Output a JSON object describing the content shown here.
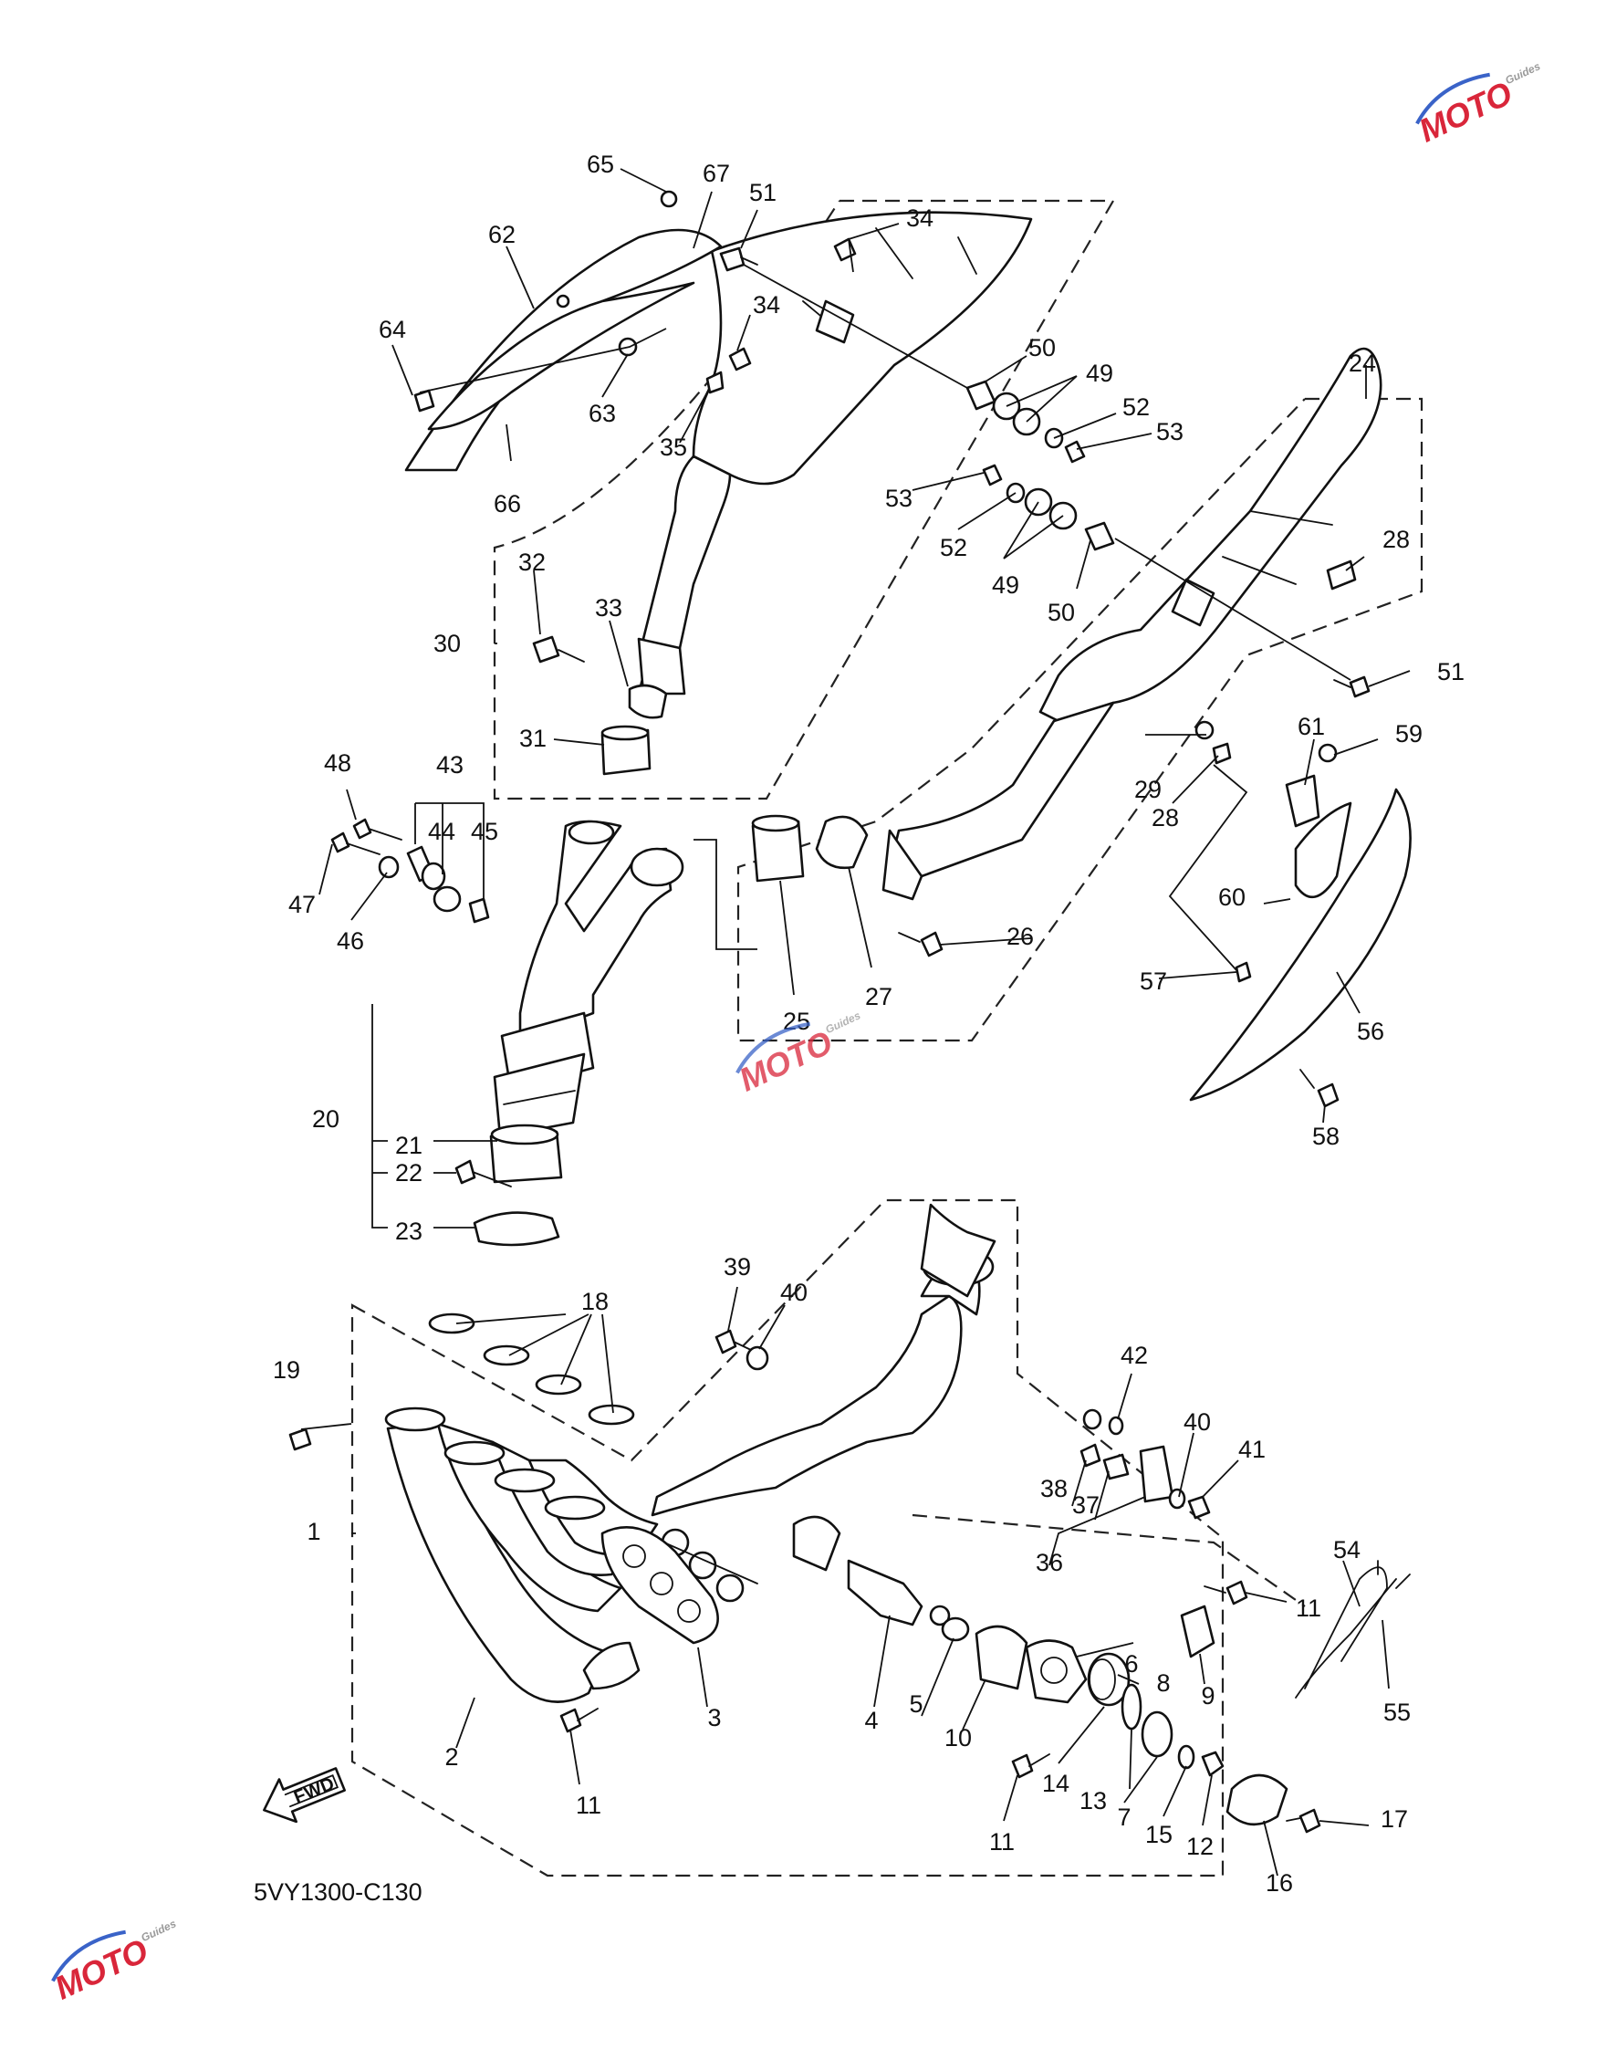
{
  "diagram_code": "5VY1300-C130",
  "fwd_label": "FWD",
  "watermark": {
    "brand": "MOTO",
    "sub": "Guides",
    "colors": {
      "red": "#d9263a",
      "blue": "#3a63c8",
      "gray": "#9a9a9a"
    }
  },
  "callouts": [
    {
      "id": "65",
      "label": "65"
    },
    {
      "id": "67",
      "label": "67"
    },
    {
      "id": "51a",
      "label": "51"
    },
    {
      "id": "34a",
      "label": "34"
    },
    {
      "id": "62",
      "label": "62"
    },
    {
      "id": "34b",
      "label": "34"
    },
    {
      "id": "64",
      "label": "64"
    },
    {
      "id": "63",
      "label": "63"
    },
    {
      "id": "35",
      "label": "35"
    },
    {
      "id": "66",
      "label": "66"
    },
    {
      "id": "50a",
      "label": "50"
    },
    {
      "id": "49a",
      "label": "49"
    },
    {
      "id": "52a",
      "label": "52"
    },
    {
      "id": "53a",
      "label": "53"
    },
    {
      "id": "24",
      "label": "24"
    },
    {
      "id": "53b",
      "label": "53"
    },
    {
      "id": "52b",
      "label": "52"
    },
    {
      "id": "49b",
      "label": "49"
    },
    {
      "id": "50b",
      "label": "50"
    },
    {
      "id": "28a",
      "label": "28"
    },
    {
      "id": "51b",
      "label": "51"
    },
    {
      "id": "32",
      "label": "32"
    },
    {
      "id": "33",
      "label": "33"
    },
    {
      "id": "30",
      "label": "30"
    },
    {
      "id": "31",
      "label": "31"
    },
    {
      "id": "61",
      "label": "61"
    },
    {
      "id": "59",
      "label": "59"
    },
    {
      "id": "29",
      "label": "29"
    },
    {
      "id": "28b",
      "label": "28"
    },
    {
      "id": "48",
      "label": "48"
    },
    {
      "id": "43",
      "label": "43"
    },
    {
      "id": "44",
      "label": "44"
    },
    {
      "id": "45",
      "label": "45"
    },
    {
      "id": "47",
      "label": "47"
    },
    {
      "id": "46",
      "label": "46"
    },
    {
      "id": "60",
      "label": "60"
    },
    {
      "id": "26",
      "label": "26"
    },
    {
      "id": "27",
      "label": "27"
    },
    {
      "id": "25",
      "label": "25"
    },
    {
      "id": "57",
      "label": "57"
    },
    {
      "id": "56",
      "label": "56"
    },
    {
      "id": "58",
      "label": "58"
    },
    {
      "id": "20",
      "label": "20"
    },
    {
      "id": "21",
      "label": "21"
    },
    {
      "id": "22",
      "label": "22"
    },
    {
      "id": "23",
      "label": "23"
    },
    {
      "id": "39",
      "label": "39"
    },
    {
      "id": "40a",
      "label": "40"
    },
    {
      "id": "18",
      "label": "18"
    },
    {
      "id": "19",
      "label": "19"
    },
    {
      "id": "42",
      "label": "42"
    },
    {
      "id": "40b",
      "label": "40"
    },
    {
      "id": "41",
      "label": "41"
    },
    {
      "id": "38",
      "label": "38"
    },
    {
      "id": "37",
      "label": "37"
    },
    {
      "id": "36",
      "label": "36"
    },
    {
      "id": "1",
      "label": "1"
    },
    {
      "id": "54",
      "label": "54"
    },
    {
      "id": "11a",
      "label": "11"
    },
    {
      "id": "6",
      "label": "6"
    },
    {
      "id": "8",
      "label": "8"
    },
    {
      "id": "9",
      "label": "9"
    },
    {
      "id": "55",
      "label": "55"
    },
    {
      "id": "4",
      "label": "4"
    },
    {
      "id": "5",
      "label": "5"
    },
    {
      "id": "3",
      "label": "3"
    },
    {
      "id": "10",
      "label": "10"
    },
    {
      "id": "2",
      "label": "2"
    },
    {
      "id": "14",
      "label": "14"
    },
    {
      "id": "13",
      "label": "13"
    },
    {
      "id": "7",
      "label": "7"
    },
    {
      "id": "15",
      "label": "15"
    },
    {
      "id": "12",
      "label": "12"
    },
    {
      "id": "11b",
      "label": "11"
    },
    {
      "id": "11c",
      "label": "11"
    },
    {
      "id": "17",
      "label": "17"
    },
    {
      "id": "16",
      "label": "16"
    }
  ]
}
